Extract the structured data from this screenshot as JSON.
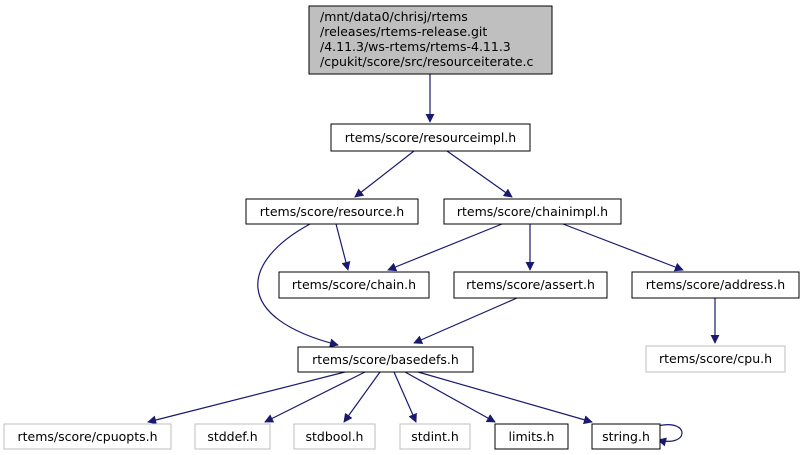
{
  "colors": {
    "edge": "#191970",
    "node_border": "#000000",
    "missing_border": "#bfbfbf",
    "root_fill": "#bfbfbf"
  },
  "nodes": {
    "root": {
      "lines": [
        "/mnt/data0/chrisj/rtems",
        "/releases/rtems-release.git",
        "/4.11.3/ws-rtems/rtems-4.11.3",
        "/cpukit/score/src/resourceiterate.c"
      ]
    },
    "resourceimpl": "rtems/score/resourceimpl.h",
    "resource": "rtems/score/resource.h",
    "chainimpl": "rtems/score/chainimpl.h",
    "chain": "rtems/score/chain.h",
    "assert": "rtems/score/assert.h",
    "address": "rtems/score/address.h",
    "basedefs": "rtems/score/basedefs.h",
    "cpu": "rtems/score/cpu.h",
    "cpuopts": "rtems/score/cpuopts.h",
    "stddef": "stddef.h",
    "stdbool": "stdbool.h",
    "stdint": "stdint.h",
    "limits": "limits.h",
    "string": "string.h"
  }
}
